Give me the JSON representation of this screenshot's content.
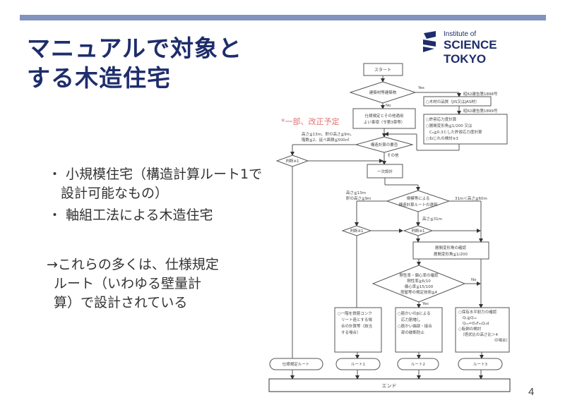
{
  "slide": {
    "title_line1": "マニュアルで対象と",
    "title_line2": "する木造住宅",
    "page_number": "4",
    "accent_color": "#1e2d6b",
    "topbar_color": "#8193be"
  },
  "logo": {
    "small_text": "Institute of",
    "big_text": "SCIENCE TOKYO"
  },
  "bullets": [
    "・ 小規模住宅（構造計算ルート1で設計可能なもの）",
    "・ 軸組工法による木造住宅"
  ],
  "note": {
    "line1": "→これらの多くは、仕様規定",
    "line2": "ルート（いわゆる壁量計",
    "line3": "算）で設計されている"
  },
  "flowchart": {
    "red_note": "*一部、改正予定",
    "start": "スタート",
    "d1": "建築材等建築物",
    "d1_yes": "Yes",
    "d1_no": "No",
    "box_ref1": "昭62建告第1898号",
    "box_quality": "○木材の品質（JIS又はJAS材）",
    "box_ref2": "昭62建告第1899号",
    "box_calc_lines": [
      "○許容応力度計算",
      "○層間変形角≦1/200 又は",
      "Cₒ≧0.3とした許容応力度計算",
      "○ねじれの検討※3"
    ],
    "box_spec_lines": [
      "仕様規定とその他適用",
      "よい事項（令第3章等）"
    ],
    "cond_height": [
      "高さ≦13m、軒の高さ≦9m、",
      "階数≦2、延べ面積≦500㎡"
    ],
    "d2": "構造計算の要否",
    "d2_other": "その他",
    "d_judge1": "判断※1",
    "box_primary": "一次設計",
    "cond_height2": [
      "高さ≦13m",
      "軒の高さ≦9m"
    ],
    "d3_lines": [
      "規模等による",
      "構造計算ルートの選択"
    ],
    "cond_31m": "31m＜高さ≦60m",
    "cond_31": "高さ≦31m",
    "d_judge2": "判断※1",
    "d_judge3": "判断※1",
    "box_drift_lines": [
      "層間変形角の確認",
      "層間変形角≦1/200"
    ],
    "d4_lines": [
      "剛性率・偏心率の確認",
      "剛性率≧6/10",
      "偏心率≦15/100",
      "塔屋等の規定技術≦4"
    ],
    "d4_no": "No",
    "d4_yes": "Yes",
    "box_r1_lines": [
      "○一階を鉄筋コンク",
      "リート造とする場",
      "合の計算等（該当",
      "する場合）"
    ],
    "box_r2_lines": [
      "○筋かいのβによる",
      "応力割増し",
      "○筋かい端部・接合",
      "部の破断防止"
    ],
    "box_r3_lines": [
      "○保有水平耐力の確認",
      "Qᵤ≧Qᵤₙ",
      "Qᵤₙ=DₛFₑₛQᵤd",
      "○転倒の検討",
      "（塔状比の高さ比＞4",
      "の場合）"
    ],
    "term_spec": "仕様規定ルート",
    "term_r1": "ルート1",
    "term_r2": "ルート2",
    "term_r3": "ルート3",
    "end": "エンド"
  }
}
